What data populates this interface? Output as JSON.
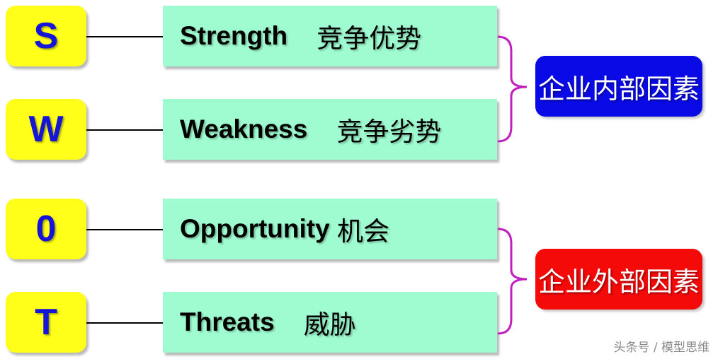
{
  "rows": [
    {
      "letter": "S",
      "english": "Strength",
      "chinese": "竞争优势"
    },
    {
      "letter": "W",
      "english": "Weakness",
      "chinese": "竞争劣势"
    },
    {
      "letter": "0",
      "english": "Opportunity",
      "chinese": "机会"
    },
    {
      "letter": "T",
      "english": "Threats",
      "chinese": "威胁"
    }
  ],
  "groups": {
    "internal": {
      "label": "企业内部因素",
      "color": "#0a0ae6"
    },
    "external": {
      "label": "企业外部因素",
      "color": "#f50a0a"
    }
  },
  "colors": {
    "letter_box": "#ffff1a",
    "letter_text": "#1515d8",
    "label_box": "#9ffcd0",
    "brace": "#c020c0"
  },
  "watermark": "头条号 / 模型思维"
}
